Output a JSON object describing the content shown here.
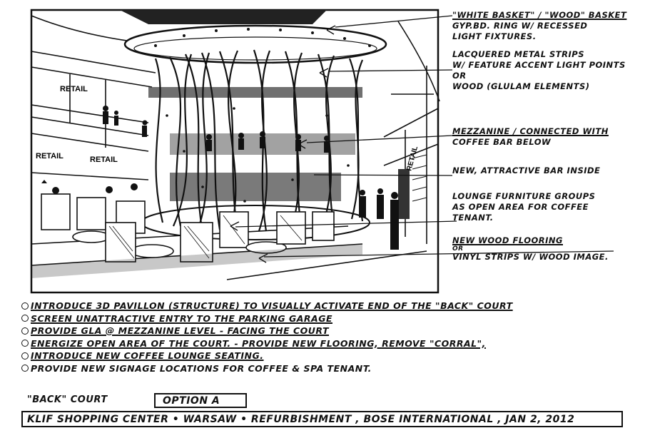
{
  "annotations": [
    {
      "id": "basket",
      "lines": [
        "\"WHITE BASKET\" / \"WOOD\" BASKET",
        "GYP.BD. RING W/ RECESSED",
        "LIGHT FIXTURES.",
        "LACQUERED METAL STRIPS",
        "W/ FEATURE ACCENT LIGHT POINTS",
        "OR",
        "WOOD (GLULAM ELEMENTS)"
      ]
    },
    {
      "id": "mezzanine",
      "lines": [
        "MEZZANINE / CONNECTED WITH",
        "COFFEE BAR BELOW"
      ]
    },
    {
      "id": "bar",
      "lines": [
        "NEW, ATTRACTIVE BAR INSIDE"
      ]
    },
    {
      "id": "lounge",
      "lines": [
        "LOUNGE FURNITURE GROUPS",
        "AS OPEN AREA FOR COFFEE",
        "TENANT."
      ]
    },
    {
      "id": "flooring",
      "lines": [
        "NEW WOOD FLOORING",
        "OR",
        "VINYL STRIPS W/ WOOD IMAGE."
      ]
    }
  ],
  "signs": {
    "retail_1": "RETAIL",
    "retail_2": "RETAIL",
    "retail_3": "RETAIL",
    "retail_4": "RETAIL"
  },
  "bullets": [
    "INTRODUCE 3D PAVILLON (STRUCTURE) TO VISUALLY ACTIVATE END OF THE \"BACK\" COURT",
    "SCREEN UNATTRACTIVE ENTRY TO THE PARKING GARAGE",
    "PROVIDE GLA @ MEZZANINE LEVEL - FACING THE COURT",
    "ENERGIZE OPEN AREA OF THE COURT. - PROVIDE NEW FLOORING, REMOVE \"CORRAL\",",
    "INTRODUCE NEW COFFEE LOUNGE SEATING.",
    "PROVIDE NEW SIGNAGE LOCATIONS FOR COFFEE & SPA TENANT."
  ],
  "title": {
    "court": "\"BACK\" COURT",
    "option": "OPTION A",
    "project": "KLIF SHOPPING CENTER • WARSAW • REFURBISHMENT , BOSE INTERNATIONAL , JAN 2, 2012"
  }
}
